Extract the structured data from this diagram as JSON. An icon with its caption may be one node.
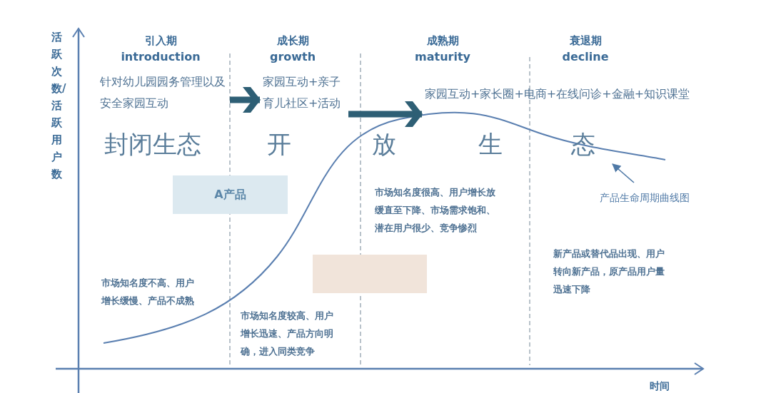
{
  "diagram": {
    "nodes": [
      {
        "text": [
          "针对幼儿园园务管理以及安全家园互动"
        ]
      },
      {
        "text": [
          "家园互动+亲子育儿社区+活动"
        ]
      },
      {
        "text": [
          "家园互动+家长圈+电商+在线问诊+金融+知识课堂"
        ]
      },
      {
        "text": [
          "A产品"
        ]
      },
      {
        "text": [],
        "shape": "box"
      },
      {
        "text": [
          "产品生命周期曲线图"
        ]
      }
    ],
    "edges": [
      {
        "from": 0,
        "to": 1,
        "arrow": "to"
      },
      {
        "from": 1,
        "to": 2,
        "arrow": "to"
      },
      {
        "from": 5,
        "to": null,
        "arrow": "to"
      }
    ],
    "labels": [
      "活跃次数/活跃用户数",
      "引入期",
      "introduction",
      "成长期",
      "growth",
      "成熟期",
      "maturity",
      "衰退期",
      "decline",
      "封闭生态",
      "开",
      "放",
      "生",
      "态",
      "市场知名度不高、用户增长缓慢、产品不成熟",
      "市场知名度较高、用户增长迅速、产品方向明确，进入同类竞争",
      "市场知名度很高、用户增长放缓直至下降、市场需求饱和、潜在用户很少、竞争惨烈",
      "新产品或替代品出现、用户转向新产品，原产品用户量迅速下降",
      "时间"
    ]
  }
}
